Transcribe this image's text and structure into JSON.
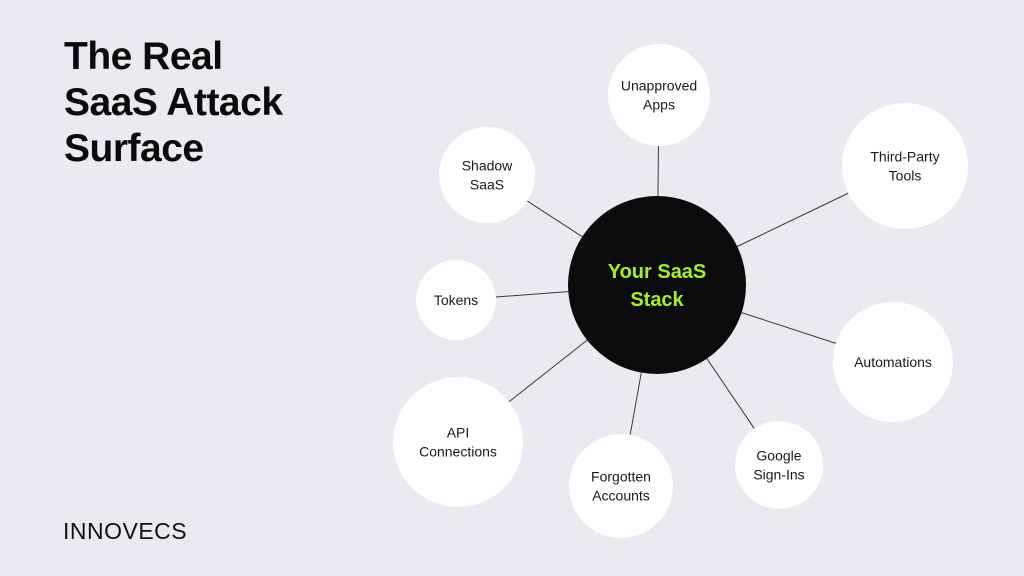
{
  "title_lines": [
    "The Real",
    "SaaS Attack",
    "Surface"
  ],
  "brand": "INNOVECS",
  "colors": {
    "background": "#e9ebf0",
    "center_fill": "#0b0b0b",
    "center_text": "#a4f21d",
    "node_fill": "#ffffff",
    "line": "#3a3a3a"
  },
  "center": {
    "lines": [
      "Your SaaS",
      "Stack"
    ]
  },
  "nodes": [
    {
      "id": "unapproved-apps",
      "lines": [
        "Unapproved",
        "Apps"
      ]
    },
    {
      "id": "third-party-tools",
      "lines": [
        "Third-Party",
        "Tools"
      ]
    },
    {
      "id": "shadow-saas",
      "lines": [
        "Shadow",
        "SaaS"
      ]
    },
    {
      "id": "tokens",
      "lines": [
        "Tokens"
      ]
    },
    {
      "id": "automations",
      "lines": [
        "Automations"
      ]
    },
    {
      "id": "api-connections",
      "lines": [
        "API",
        "Connections"
      ]
    },
    {
      "id": "forgotten-accounts",
      "lines": [
        "Forgotten",
        "Accounts"
      ]
    },
    {
      "id": "google-sign-ins",
      "lines": [
        "Google",
        "Sign-Ins"
      ]
    }
  ]
}
